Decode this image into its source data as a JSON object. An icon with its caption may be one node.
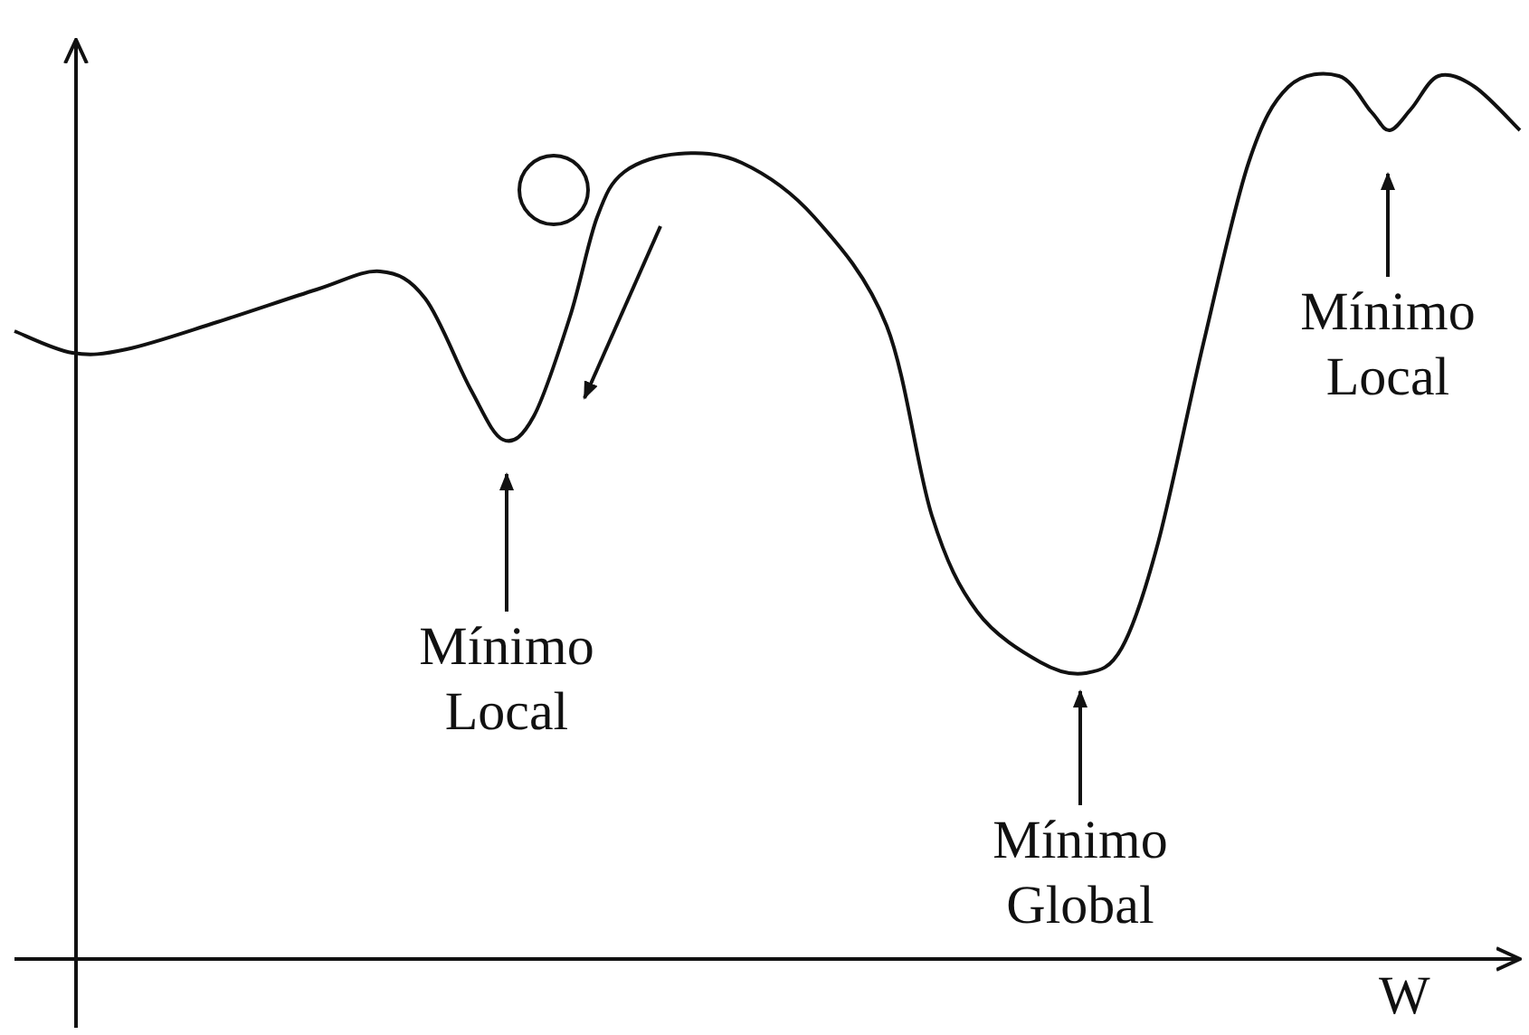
{
  "diagram": {
    "nodes": [
      {
        "text": [
          "Mínimo Local"
        ]
      },
      {
        "text": [
          "Mínimo Local"
        ]
      },
      {
        "text": [
          "Mínimo Global"
        ]
      }
    ],
    "edges": [
      {
        "from": 0,
        "to": null,
        "arrow": "to"
      },
      {
        "from": 1,
        "to": null,
        "arrow": "to"
      },
      {
        "from": 2,
        "to": null,
        "arrow": "to"
      }
    ],
    "labels": [
      "W"
    ]
  }
}
